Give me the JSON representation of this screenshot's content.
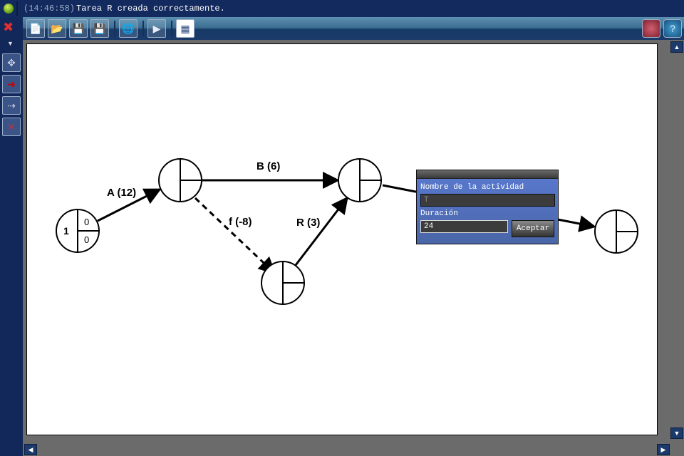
{
  "status": {
    "time": "(14:46:58)",
    "message": "Tarea R creada correctamente."
  },
  "toolbar": {
    "buttons": [
      "new-file",
      "open-folder",
      "save",
      "save-as",
      "export-web",
      "play",
      "grid-view"
    ],
    "right": [
      "network-globe",
      "help"
    ],
    "help_label": "?"
  },
  "tools": [
    "move",
    "add-activity",
    "add-dummy-activity",
    "delete-activity"
  ],
  "diagram": {
    "nodes": [
      {
        "id": "n1",
        "number": "1",
        "early": "0",
        "late": "0"
      },
      {
        "id": "n2",
        "number": "",
        "early": "",
        "late": ""
      },
      {
        "id": "n3",
        "number": "",
        "early": "",
        "late": ""
      },
      {
        "id": "n4",
        "number": "",
        "early": "",
        "late": ""
      },
      {
        "id": "n5",
        "number": "",
        "early": "",
        "late": ""
      }
    ],
    "edges": [
      {
        "label": "A (12)",
        "from": "n1",
        "to": "n2",
        "dummy": false
      },
      {
        "label": "B (6)",
        "from": "n2",
        "to": "n3",
        "dummy": false
      },
      {
        "label": "f (-8)",
        "from": "n2",
        "to": "n4",
        "dummy": true
      },
      {
        "label": "R (3)",
        "from": "n4",
        "to": "n3",
        "dummy": false
      },
      {
        "label": "",
        "from": "n3",
        "to": "n5",
        "dummy": false
      }
    ]
  },
  "dialog": {
    "name_label": "Nombre de la actividad",
    "name_value": "T",
    "duration_label": "Duración",
    "duration_value": "24",
    "accept_label": "Aceptar"
  }
}
